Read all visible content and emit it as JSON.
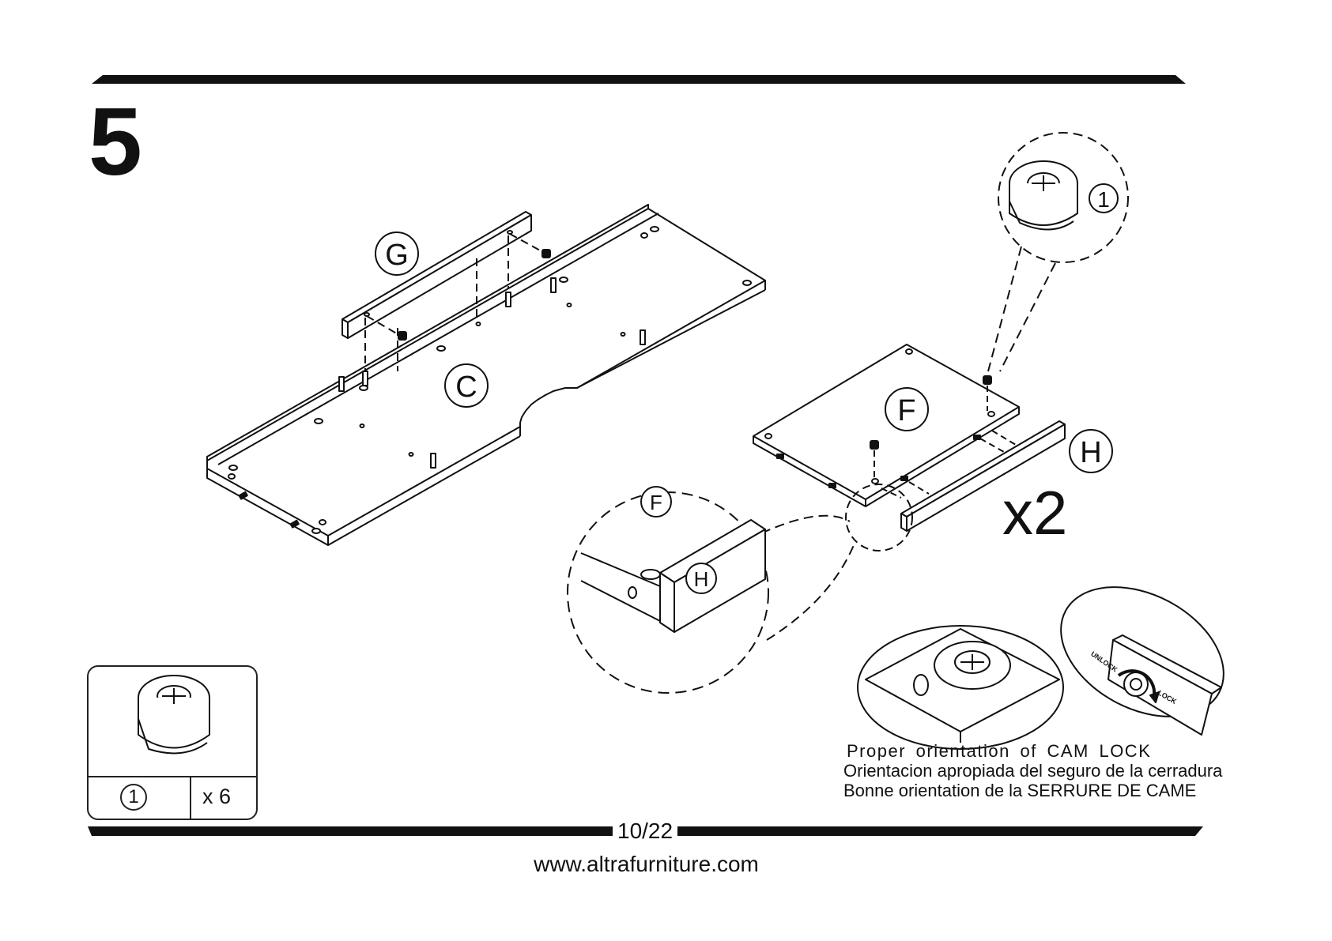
{
  "step": {
    "number": "5",
    "multiplier": "x2"
  },
  "parts": {
    "C": "C",
    "G": "G",
    "F": "F",
    "H": "H",
    "cam_lock_number": "1"
  },
  "detail": {
    "F": "F",
    "H": "H"
  },
  "parts_box": {
    "number": "1",
    "quantity": "x 6"
  },
  "cam_lock_labels": {
    "unlock": "UNLOCK",
    "lock": "LOCK"
  },
  "caption": {
    "english": "Proper orientation of CAM LOCK",
    "spanish": "Orientacion apropiada del seguro de la cerradura",
    "french": "Bonne orientation de la SERRURE DE CAME"
  },
  "footer": {
    "page": "10/22",
    "website": "www.altrafurniture.com"
  }
}
